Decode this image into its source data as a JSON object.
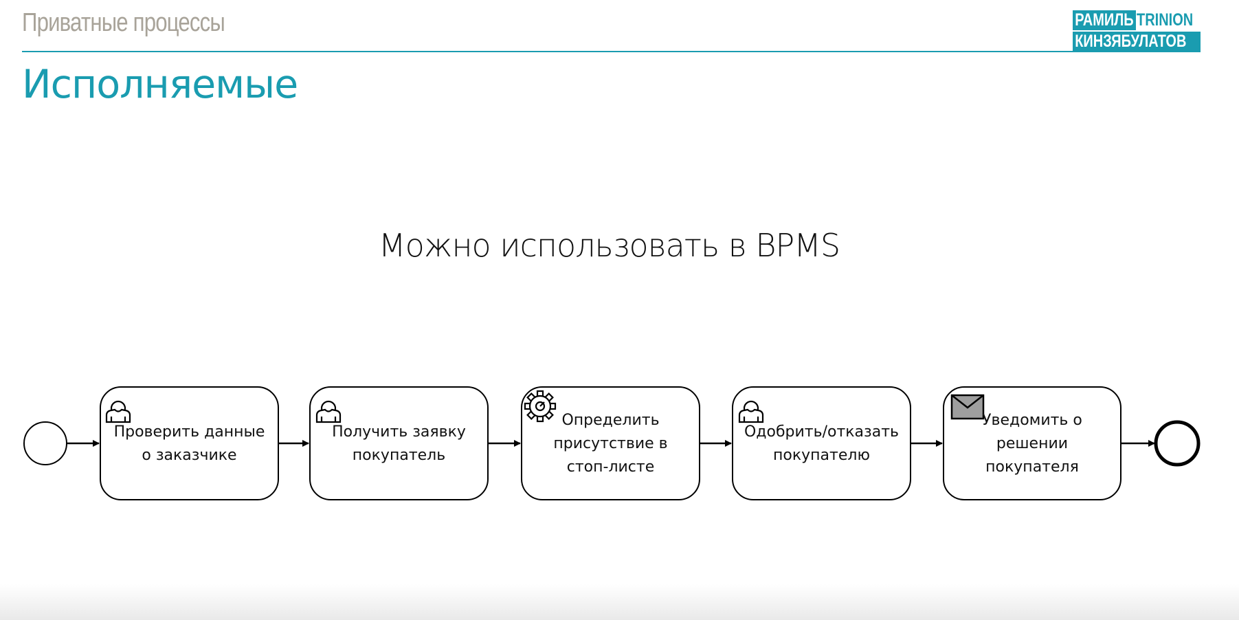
{
  "header": {
    "section_title": "Приватные процессы",
    "logo_line1_block": "РАМИЛЬ",
    "logo_line1_accent": "TRINION",
    "logo_line2": "КИНЗЯБУЛАТОВ",
    "accent_color": "#1a9cb0"
  },
  "page_title": "Исполняемые",
  "subtitle": "Можно использовать в BPMS",
  "diagram": {
    "start_event": "start-event",
    "end_event": "end-event",
    "tasks": [
      {
        "label": "Проверить данные о заказчике",
        "icon": "user-icon"
      },
      {
        "label": "Получить заявку покупатель",
        "icon": "user-icon"
      },
      {
        "label": "Определить присутствие в стоп-листе",
        "icon": "gear-icon"
      },
      {
        "label": "Одобрить/отказать покупателю",
        "icon": "user-icon"
      },
      {
        "label": "Уведомить о решении покупателя",
        "icon": "envelope-icon"
      }
    ]
  }
}
